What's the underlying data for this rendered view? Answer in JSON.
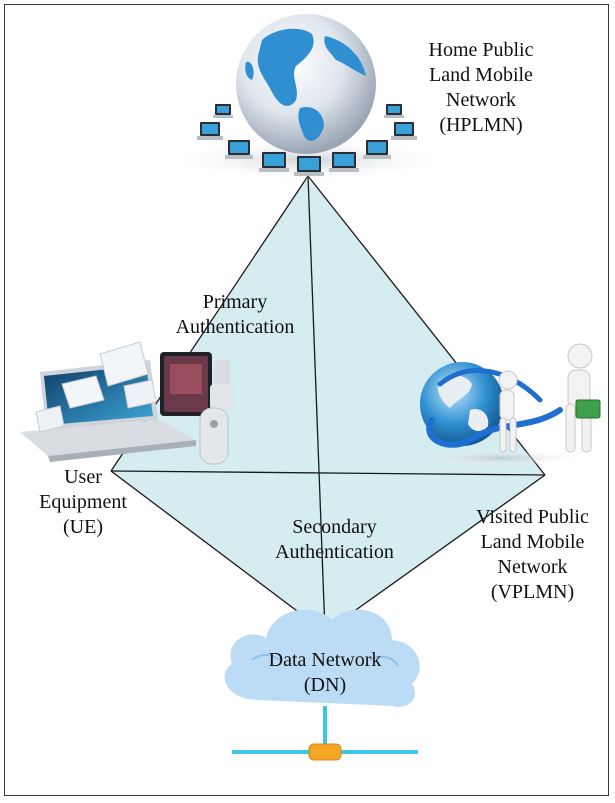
{
  "nodes": {
    "hplmn": "Home Public\nLand Mobile\nNetwork\n(HPLMN)",
    "ue": "User\nEquipment\n(UE)",
    "vplmn": "Visited Public\nLand Mobile\nNetwork\n(VPLMN)",
    "dn": "Data Network\n(DN)"
  },
  "edges": {
    "primary": "Primary\nAuthentication",
    "secondary": "Secondary\nAuthentication"
  },
  "colors": {
    "pyramid_fill": "#d5ecf0",
    "ocean": "#2f8fd0",
    "land": "#e9eef3",
    "cloud": "#bcdcf6",
    "connector": "#3dc7e6",
    "connector_node": "#f5a524"
  },
  "icons": [
    "globe-with-laptops-icon",
    "laptop-and-gimbal-icon",
    "globe-with-people-icon",
    "cloud-network-icon"
  ]
}
